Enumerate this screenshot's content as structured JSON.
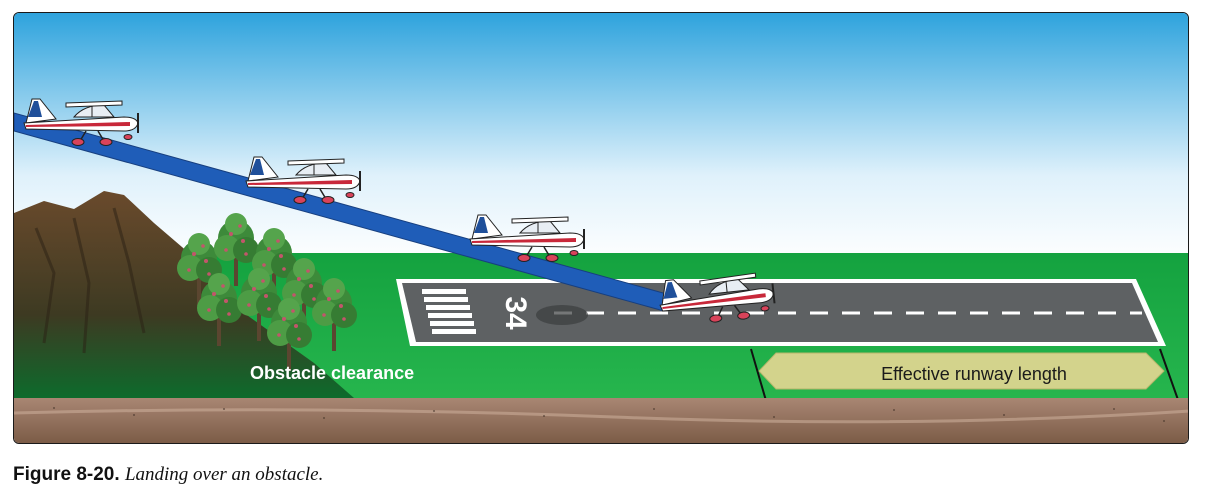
{
  "labels": {
    "obstacle_clearance": "Obstacle clearance",
    "effective_runway_length": "Effective runway length",
    "runway_number": "34"
  },
  "caption": {
    "figure_number": "Figure 8-20.",
    "title": "Landing over an obstacle."
  },
  "colors": {
    "sky_top": "#2ea3dd",
    "sky_bottom": "#ffffff",
    "grass": "#21b14a",
    "runway": "#5e6163",
    "glide_path": "#1f5db8",
    "arrow_fill": "#d3d38c",
    "ground": "#9b7763"
  }
}
